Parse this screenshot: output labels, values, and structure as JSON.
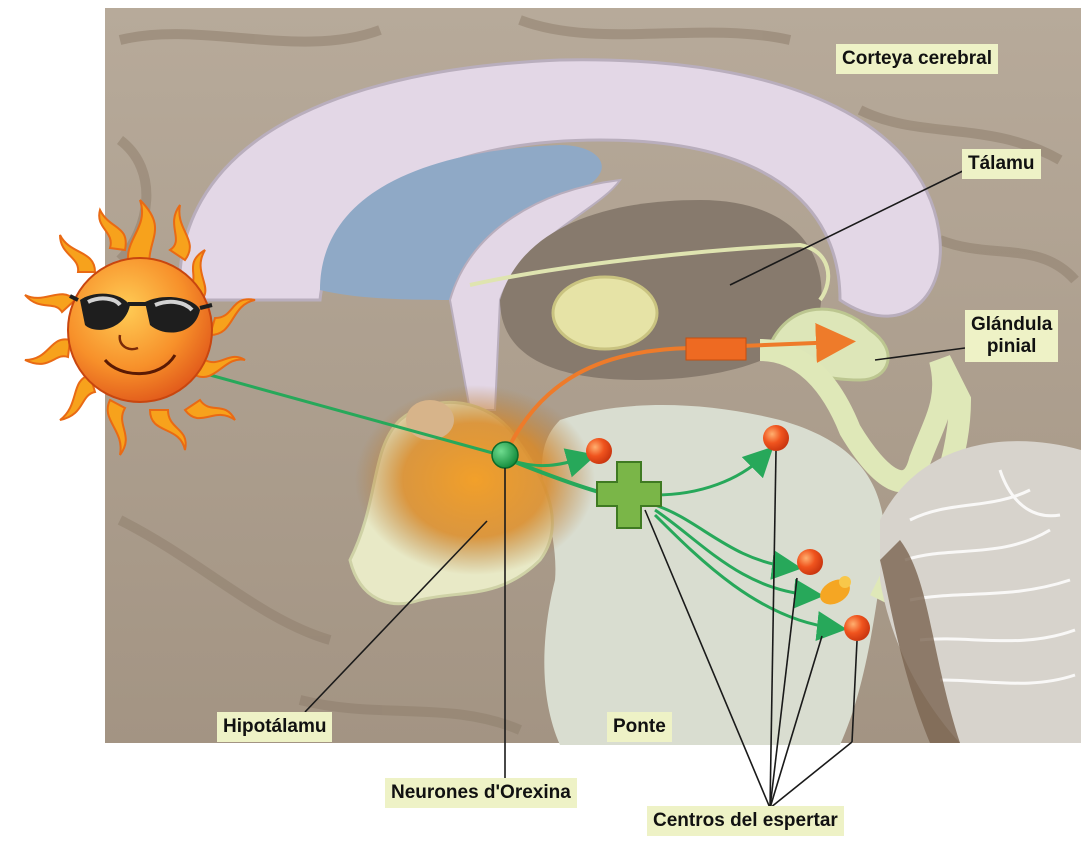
{
  "labels": {
    "cortex": "Corteya cerebral",
    "thalamus": "Tálamu",
    "pineal_line1": "Glándula",
    "pineal_line2": "pinial",
    "hypothalamus": "Hipotálamu",
    "pons": "Ponte",
    "orexin_neurons": "Neurones d'Orexina",
    "arousal_centers": "Centros del espertar"
  },
  "colors": {
    "pathway_green": "#27a85a",
    "pathway_orange": "#ee7b2a",
    "label_background": "#eef2c6",
    "arousal_center_red": "#f0541e"
  },
  "icons": {
    "sun": "sun-with-sunglasses-icon",
    "plus": "plus-sign-icon"
  }
}
